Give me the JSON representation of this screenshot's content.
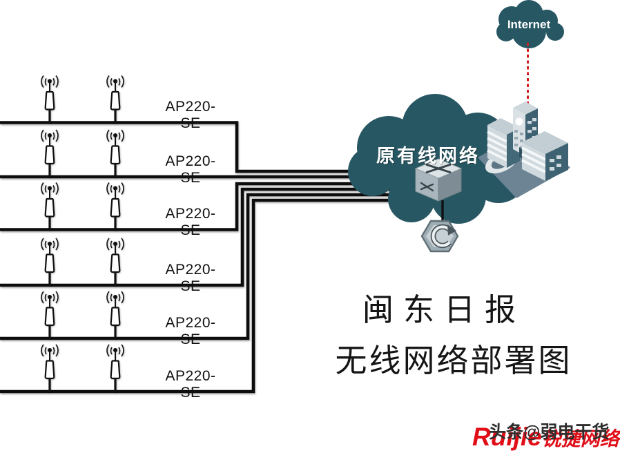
{
  "diagram": {
    "ap_rows": [
      {
        "label": "AP220-SE"
      },
      {
        "label": "AP220-SE"
      },
      {
        "label": "AP220-SE"
      },
      {
        "label": "AP220-SE"
      },
      {
        "label": "AP220-SE"
      },
      {
        "label": "AP220-SE"
      }
    ],
    "wired_cloud": {
      "label": "原有线网络"
    },
    "internet_cloud": {
      "label": "Internet"
    },
    "title": {
      "line1": "闽东日报",
      "line2": "无线网络部署图"
    },
    "watermark": {
      "overlay": "头条@弱电干货",
      "brand_en": "Ruijie",
      "brand_cn": "锐捷网络"
    },
    "colors": {
      "cloud_teal": "#275763",
      "cable_black": "#0d0d0d",
      "uplink_red_dash": "#cf1f1f",
      "brand_red": "#e10e18",
      "watermark_dark": "#2e2e2e",
      "building_platform": "#6d8494",
      "building_dark_face": "#3e6272",
      "building_light_face": "#d3dce1"
    }
  }
}
